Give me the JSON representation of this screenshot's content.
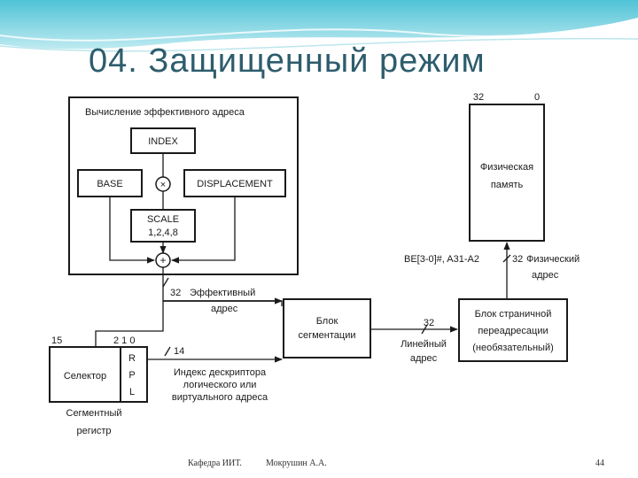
{
  "title": "04. Защищенный режим",
  "footer": {
    "dept": "Кафедра ИИТ.",
    "author": "Мокрушин А.А.",
    "page": "44"
  },
  "diagram": {
    "eff_calc_title": "Вычисление эффективного адреса",
    "index": "INDEX",
    "base": "BASE",
    "displacement": "DISPLACEMENT",
    "multiply": "×",
    "scale_line1": "SCALE",
    "scale_line2": "1,2,4,8",
    "plus": "+",
    "eff_bits": "32",
    "eff_label1": "Эффективный",
    "eff_label2": "адрес",
    "seg_line1": "Блок",
    "seg_line2": "сегментации",
    "lin_bits": "32",
    "lin_label1": "Линейный",
    "lin_label2": "адрес",
    "page_line1": "Блок страничной",
    "page_line2": "переадресации",
    "page_line3": "(необязательный)",
    "phys_bits": "32",
    "phys_label1": "Физический",
    "phys_label2": "адрес",
    "be_label": "BE[3-0]#,  A31-A2",
    "mem_high": "32",
    "mem_low": "0",
    "mem_line1": "Физическая",
    "mem_line2": "память",
    "sel_bit_hi": "15",
    "sel_bit_lo": "2 1 0",
    "selector": "Селектор",
    "rpl_r": "R",
    "rpl_p": "P",
    "rpl_l": "L",
    "idx_bits": "14",
    "idx_label1": "Индекс дескриптора",
    "idx_label2": "логического или",
    "idx_label3": "виртуального адреса",
    "segreg_line1": "Сегментный",
    "segreg_line2": "регистр"
  }
}
